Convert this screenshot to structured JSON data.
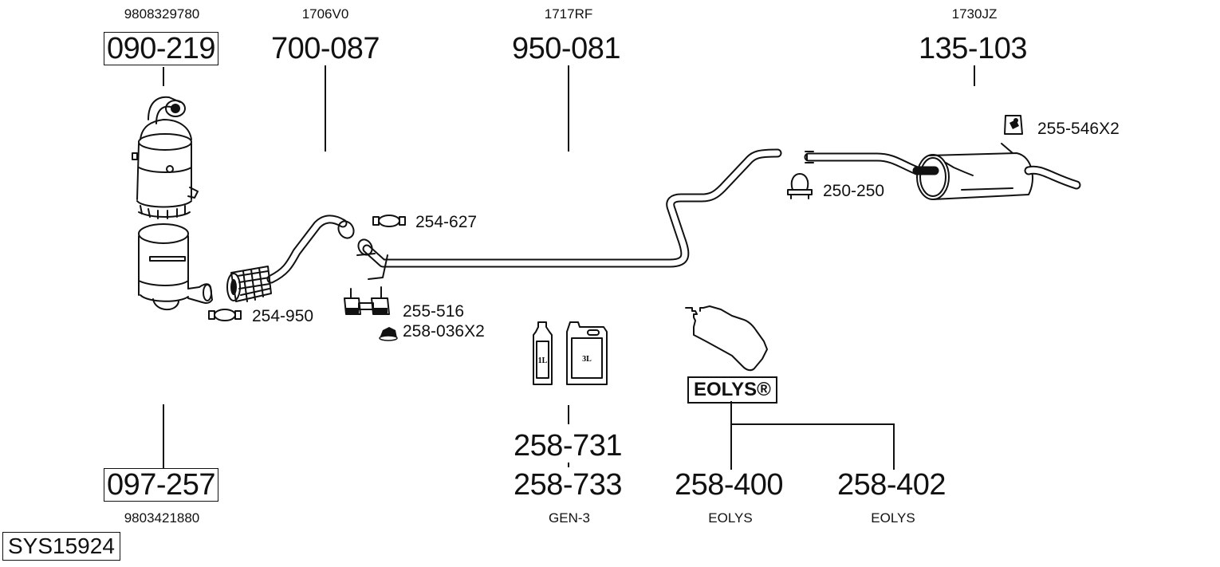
{
  "system_id": "SYS15924",
  "parts": {
    "dpf_upper": {
      "oe_number": "9808329780",
      "part_number": "090-219"
    },
    "front_pipe": {
      "oe_number": "1706V0",
      "part_number": "700-087"
    },
    "middle_pipe": {
      "oe_number": "1717RF",
      "part_number": "950-081"
    },
    "rear_silencer": {
      "oe_number": "1730JZ",
      "part_number": "135-103"
    },
    "dpf_lower": {
      "oe_number": "9803421880",
      "part_number": "097-257"
    },
    "additive_1l": {
      "part_number": "258-731",
      "bottle_label": "1L"
    },
    "additive_3l": {
      "part_number": "258-733",
      "bottle_label": "3L",
      "note": "GEN-3"
    },
    "eolys_a": {
      "part_number": "258-400",
      "note": "EOLYS"
    },
    "eolys_b": {
      "part_number": "258-402",
      "note": "EOLYS"
    }
  },
  "eolys_badge": "EOLYS®",
  "accessories": [
    {
      "id": "clamp-254-627",
      "label": "254-627",
      "icon": "clamp-icon"
    },
    {
      "id": "clamp-254-950",
      "label": "254-950",
      "icon": "clamp-icon"
    },
    {
      "id": "mount-255-516",
      "label": "255-516",
      "icon": "bracket-mount-icon"
    },
    {
      "id": "nut-258-036",
      "label": "258-036X2",
      "icon": "nut-icon"
    },
    {
      "id": "clamp-250-250",
      "label": "250-250",
      "icon": "u-clamp-icon"
    },
    {
      "id": "rubber-255-546",
      "label": "255-546X2",
      "icon": "rubber-hanger-icon"
    }
  ]
}
